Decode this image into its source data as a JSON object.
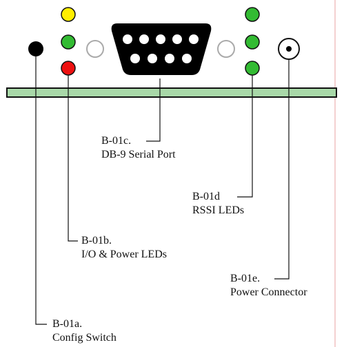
{
  "callouts": {
    "config_switch": {
      "code": "B-01a.",
      "name": "Config Switch"
    },
    "io_power_leds": {
      "code": "B-01b.",
      "name": "I/O & Power LEDs"
    },
    "serial_port": {
      "code": "B-01c.",
      "name": "DB-9 Serial Port"
    },
    "rssi_leds": {
      "code": "B-01d",
      "name": "RSSI LEDs"
    },
    "power_connector": {
      "code": "B-01e.",
      "name": "Power Connector"
    }
  },
  "colors": {
    "led_yellow": "#ffee00",
    "led_green": "#33bb33",
    "led_red": "#ee1111",
    "led_off": "#ffffff",
    "switch": "#000000",
    "board": "#a8d8a8",
    "margin_line": "#e8a0a0"
  }
}
